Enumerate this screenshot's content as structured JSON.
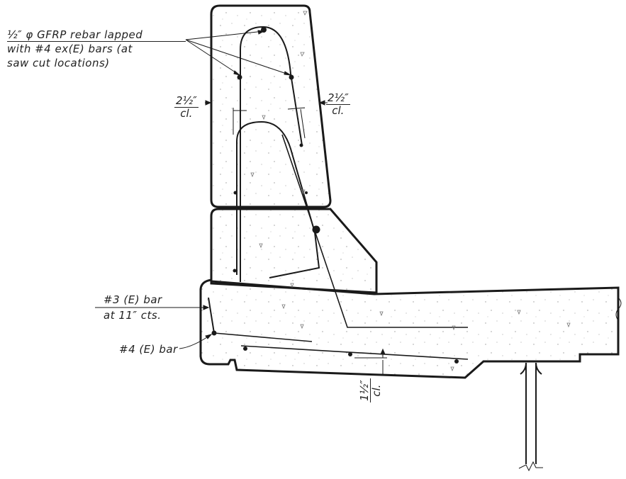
{
  "labels": {
    "gfrp_line1": "½″ φ GFRP rebar lapped",
    "gfrp_line2": "with #4 ex(E) bars (at",
    "gfrp_line3": "saw cut locations)",
    "bar3_line1": "#3 (E) bar",
    "bar3_line2": "at 11″ cts.",
    "bar4": "#4 (E) bar"
  },
  "clearances": {
    "left_num": "2½″",
    "left_den": "cl.",
    "right_num": "2½″",
    "right_den": "cl.",
    "bottom_num": "1½″",
    "bottom_den": "cl."
  },
  "colors": {
    "line": "#1a1a1a",
    "concrete_speckle": "#888888"
  }
}
